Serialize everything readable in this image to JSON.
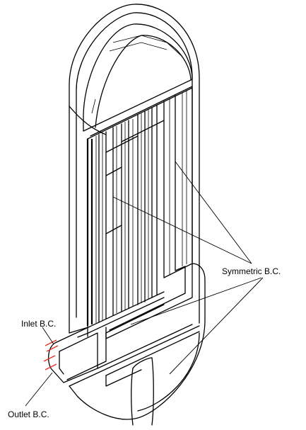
{
  "labels": {
    "symmetric": "Symmetric  B.C.",
    "inlet": "Inlet B.C.",
    "outlet": "Outlet B.C."
  },
  "colors": {
    "line": "#000000",
    "boundary_marker": "#e0322b",
    "background": "#ffffff"
  }
}
